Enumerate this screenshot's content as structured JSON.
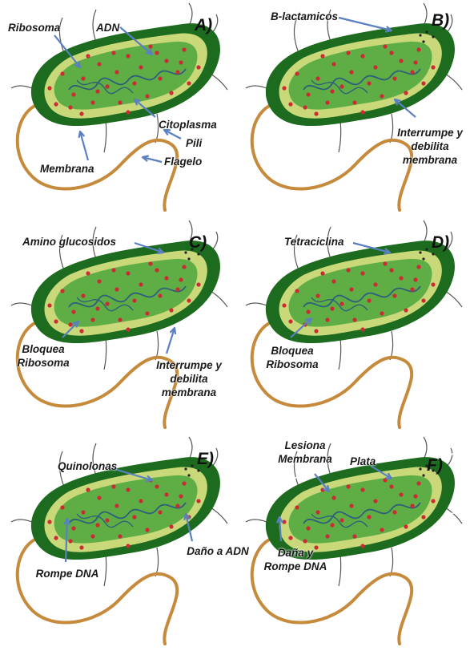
{
  "colors": {
    "outer": "#1d6b1e",
    "membrane": "#c9d97a",
    "cytoplasm": "#5fae45",
    "dna": "#2f5f7a",
    "ribosome": "#cc2b34",
    "flagellum": "#c68a3c",
    "arrow": "#5b80c2"
  },
  "panels": [
    {
      "id": "A",
      "letter": "A)",
      "labels": [
        {
          "key": "ribosoma",
          "text": "Ribosoma"
        },
        {
          "key": "adn",
          "text": "ADN"
        },
        {
          "key": "citoplasma",
          "text": "Citoplasma"
        },
        {
          "key": "pili",
          "text": "Pili"
        },
        {
          "key": "flagelo",
          "text": "Flagelo"
        },
        {
          "key": "membrana",
          "text": "Membrana"
        }
      ]
    },
    {
      "id": "B",
      "letter": "B)",
      "labels": [
        {
          "key": "drug",
          "text": "B-lactamicos"
        },
        {
          "key": "effect",
          "text": "Interrumpe y debilita membrana"
        }
      ]
    },
    {
      "id": "C",
      "letter": "C)",
      "labels": [
        {
          "key": "drug",
          "text": "Amino glucosidos"
        },
        {
          "key": "effect1",
          "text": "Bloquea Ribosoma"
        },
        {
          "key": "effect2",
          "text": "Interrumpe y debilita membrana"
        }
      ]
    },
    {
      "id": "D",
      "letter": "D)",
      "labels": [
        {
          "key": "drug",
          "text": "Tetraciclina"
        },
        {
          "key": "effect",
          "text": "Bloquea Ribosoma"
        }
      ]
    },
    {
      "id": "E",
      "letter": "E)",
      "labels": [
        {
          "key": "drug",
          "text": "Quinolonas"
        },
        {
          "key": "effect1",
          "text": "Rompe DNA"
        },
        {
          "key": "effect2",
          "text": "Daño a ADN"
        }
      ]
    },
    {
      "id": "F",
      "letter": "F)",
      "labels": [
        {
          "key": "effect1",
          "text": "Lesiona Membrana"
        },
        {
          "key": "drug",
          "text": "Plata"
        },
        {
          "key": "effect2",
          "text": "Daña y Rompe DNA"
        }
      ]
    }
  ]
}
